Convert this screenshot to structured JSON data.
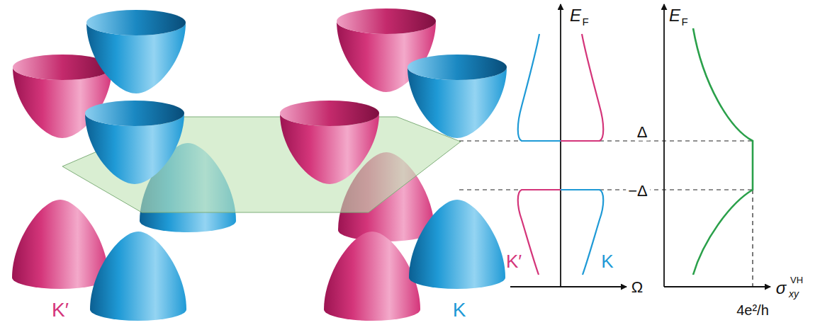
{
  "diagram": {
    "labels": [
      "K′",
      "K",
      "E",
      "F",
      "Δ",
      "−Δ",
      "K′",
      "K",
      "Ω",
      "E",
      "F",
      "σ",
      "xy",
      "VH",
      "4e²/h"
    ]
  }
}
